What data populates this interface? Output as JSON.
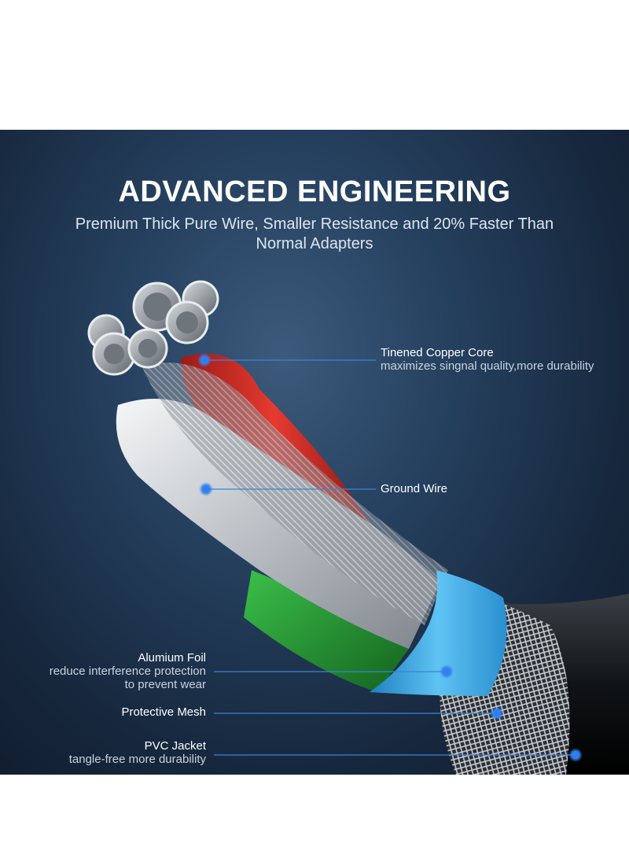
{
  "header": {
    "title": "ADVANCED ENGINEERING",
    "subtitle": "Premium Thick Pure Wire, Smaller Resistance and 20% Faster Than Normal Adapters"
  },
  "callouts": {
    "copper_core": {
      "title": "Tinened Copper Core",
      "desc": "maximizes singnal quality,more durability"
    },
    "ground_wire": {
      "title": "Ground Wire"
    },
    "alu_foil": {
      "title": "Alumium Foil",
      "desc_line1": "reduce interference protection",
      "desc_line2": "to prevent wear"
    },
    "mesh": {
      "title": "Protective Mesh"
    },
    "pvc": {
      "title": "PVC Jacket",
      "desc": "tangle-free more durability"
    }
  },
  "colors": {
    "callout_line": "#3b82d9",
    "callout_dot": "#2f7ff0",
    "background_dark": "#0f1a2a",
    "background_light": "#3d5a7c",
    "red_wire": "#d8302b",
    "green_wire": "#2e9e3a",
    "blue_ring": "#3aa6e0"
  }
}
